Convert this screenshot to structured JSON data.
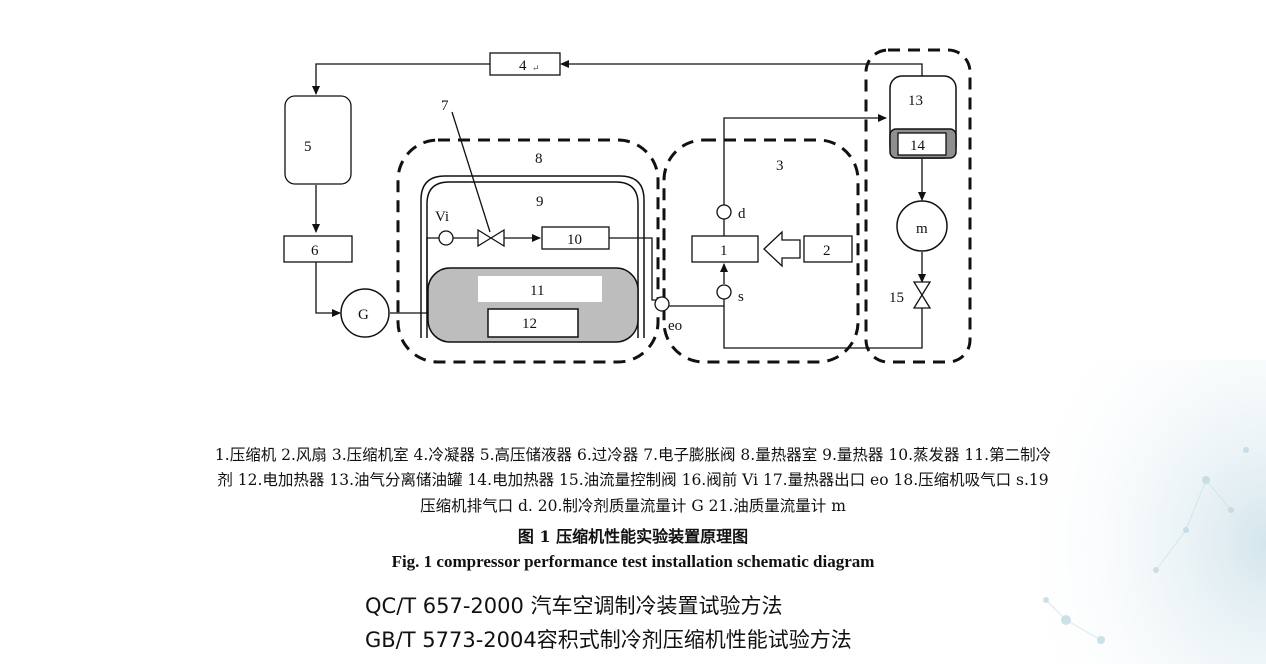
{
  "diagram": {
    "labels": {
      "n1": "1",
      "n2": "2",
      "n3": "3",
      "n4": "4",
      "n5": "5",
      "n6": "6",
      "n7": "7",
      "n8": "8",
      "n9": "9",
      "n10": "10",
      "n11": "11",
      "n12": "12",
      "n13": "13",
      "n14": "14",
      "n15": "15",
      "G": "G",
      "m": "m",
      "Vi": "Vi",
      "d": "d",
      "s": "s",
      "eo": "eo"
    },
    "mark": "↵"
  },
  "caption": {
    "line1": "1.压缩机 2.风扇 3.压缩机室 4.冷凝器 5.高压储液器 6.过冷器 7.电子膨胀阀 8.量热器室 9.量热器 10.蒸发器 11.第二制冷",
    "line2": "剂 12.电加热器 13.油气分离储油罐 14.电加热器 15.油流量控制阀 16.阀前 Vi 17.量热器出口 eo 18.压缩机吸气口 s.19",
    "line3": "压缩机排气口 d. 20.制冷剂质量流量计 G 21.油质量流量计 m"
  },
  "figure": {
    "title_cn": "图 1 压缩机性能实验装置原理图",
    "title_en": "Fig. 1    compressor performance test installation schematic diagram"
  },
  "standards": [
    "QC/T 657-2000 汽车空调制冷装置试验方法",
    "GB/T 5773-2004容积式制冷剂压缩机性能试验方法"
  ]
}
